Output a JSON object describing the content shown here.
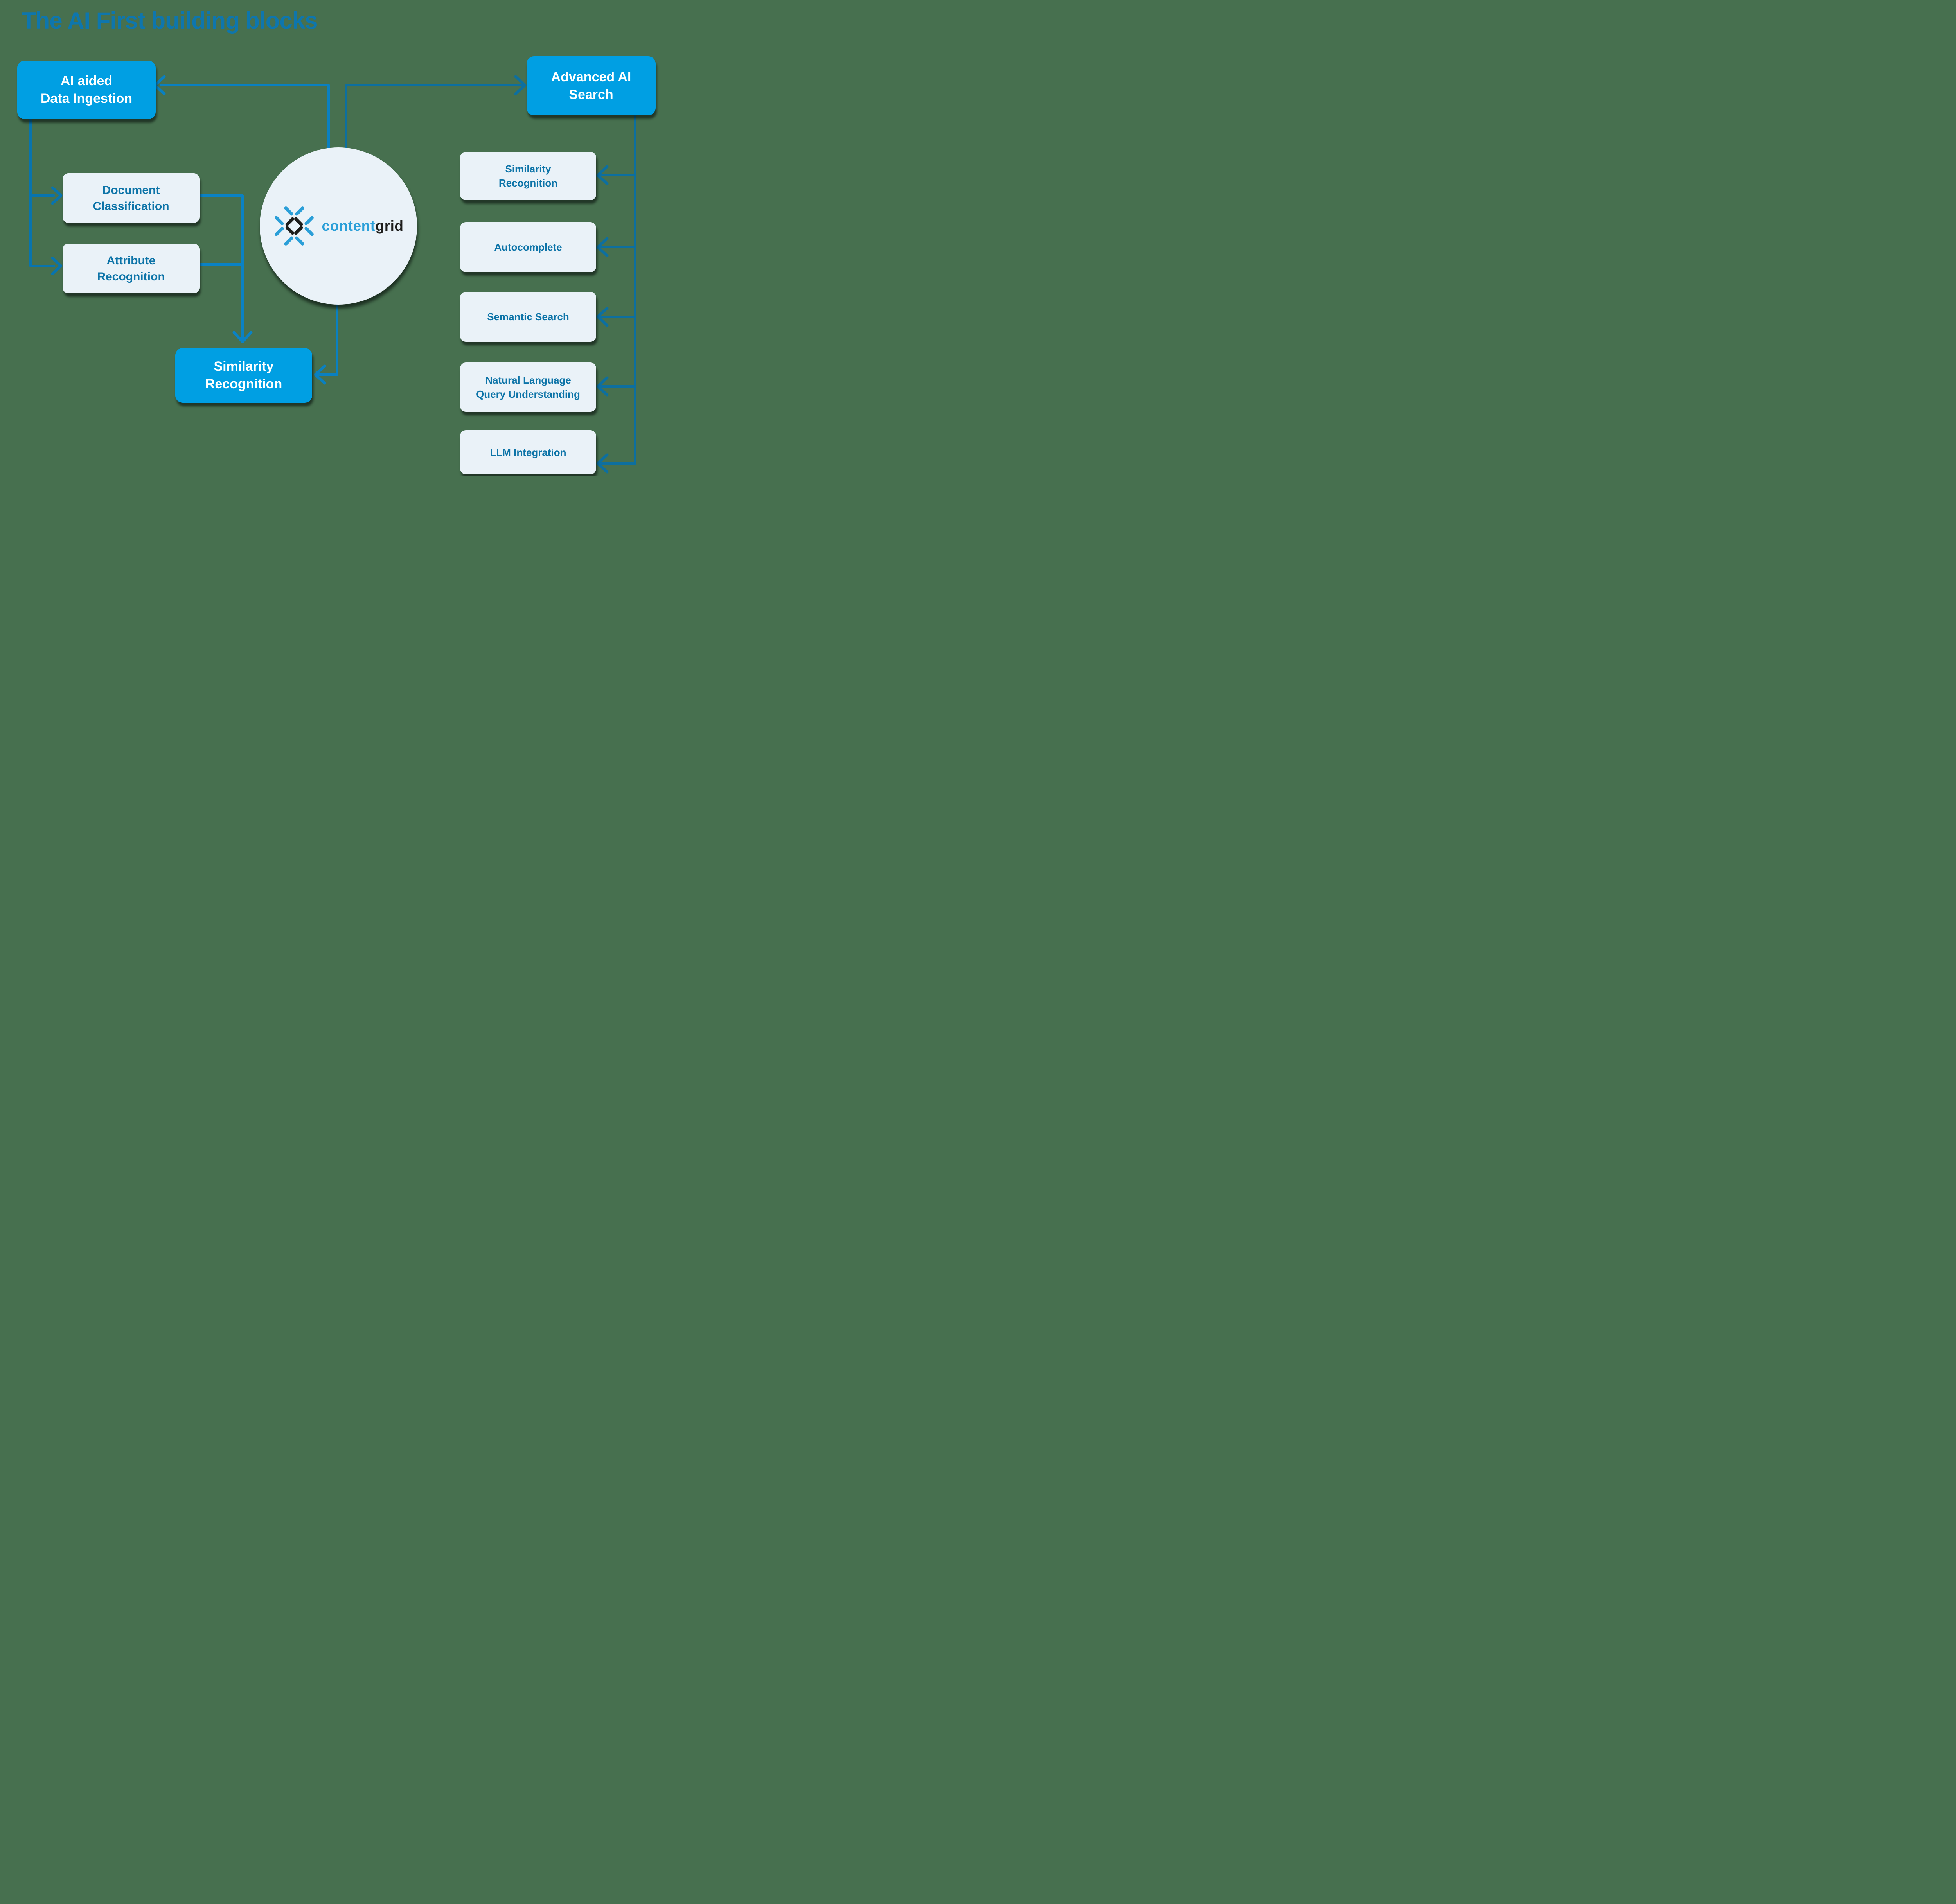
{
  "title": "The AI First building blocks",
  "colors": {
    "background": "#47704F",
    "accent_box_blue": "#009FE3",
    "light_box_fill": "#EAF2F8",
    "box_text_blue": "#0D74A8",
    "title_blue": "#0E76AD",
    "connector_blue": "#0B76AD",
    "logo_blue": "#2B9FD8",
    "logo_dark": "#1D1D1B"
  },
  "logo": {
    "icon": "contentgrid-mark-icon",
    "word_blue": "content",
    "word_dark": "grid"
  },
  "nodes": {
    "ai_ingestion": {
      "line1": "AI aided",
      "line2": "Data Ingestion"
    },
    "advanced_search": {
      "line1": "Advanced AI",
      "line2": "Search"
    },
    "doc_class": {
      "line1": "Document",
      "line2": "Classification"
    },
    "attr_recog": {
      "line1": "Attribute",
      "line2": "Recognition"
    },
    "sim_recog_main": {
      "line1": "Similarity",
      "line2": "Recognition"
    },
    "sim_recog_right": {
      "line1": "Similarity",
      "line2": "Recognition"
    },
    "autocomplete": {
      "label": "Autocomplete"
    },
    "semantic_search": {
      "label": "Semantic Search"
    },
    "nl_query": {
      "line1": "Natural Language",
      "line2": "Query Understanding"
    },
    "llm_integration": {
      "label": "LLM Integration"
    }
  }
}
